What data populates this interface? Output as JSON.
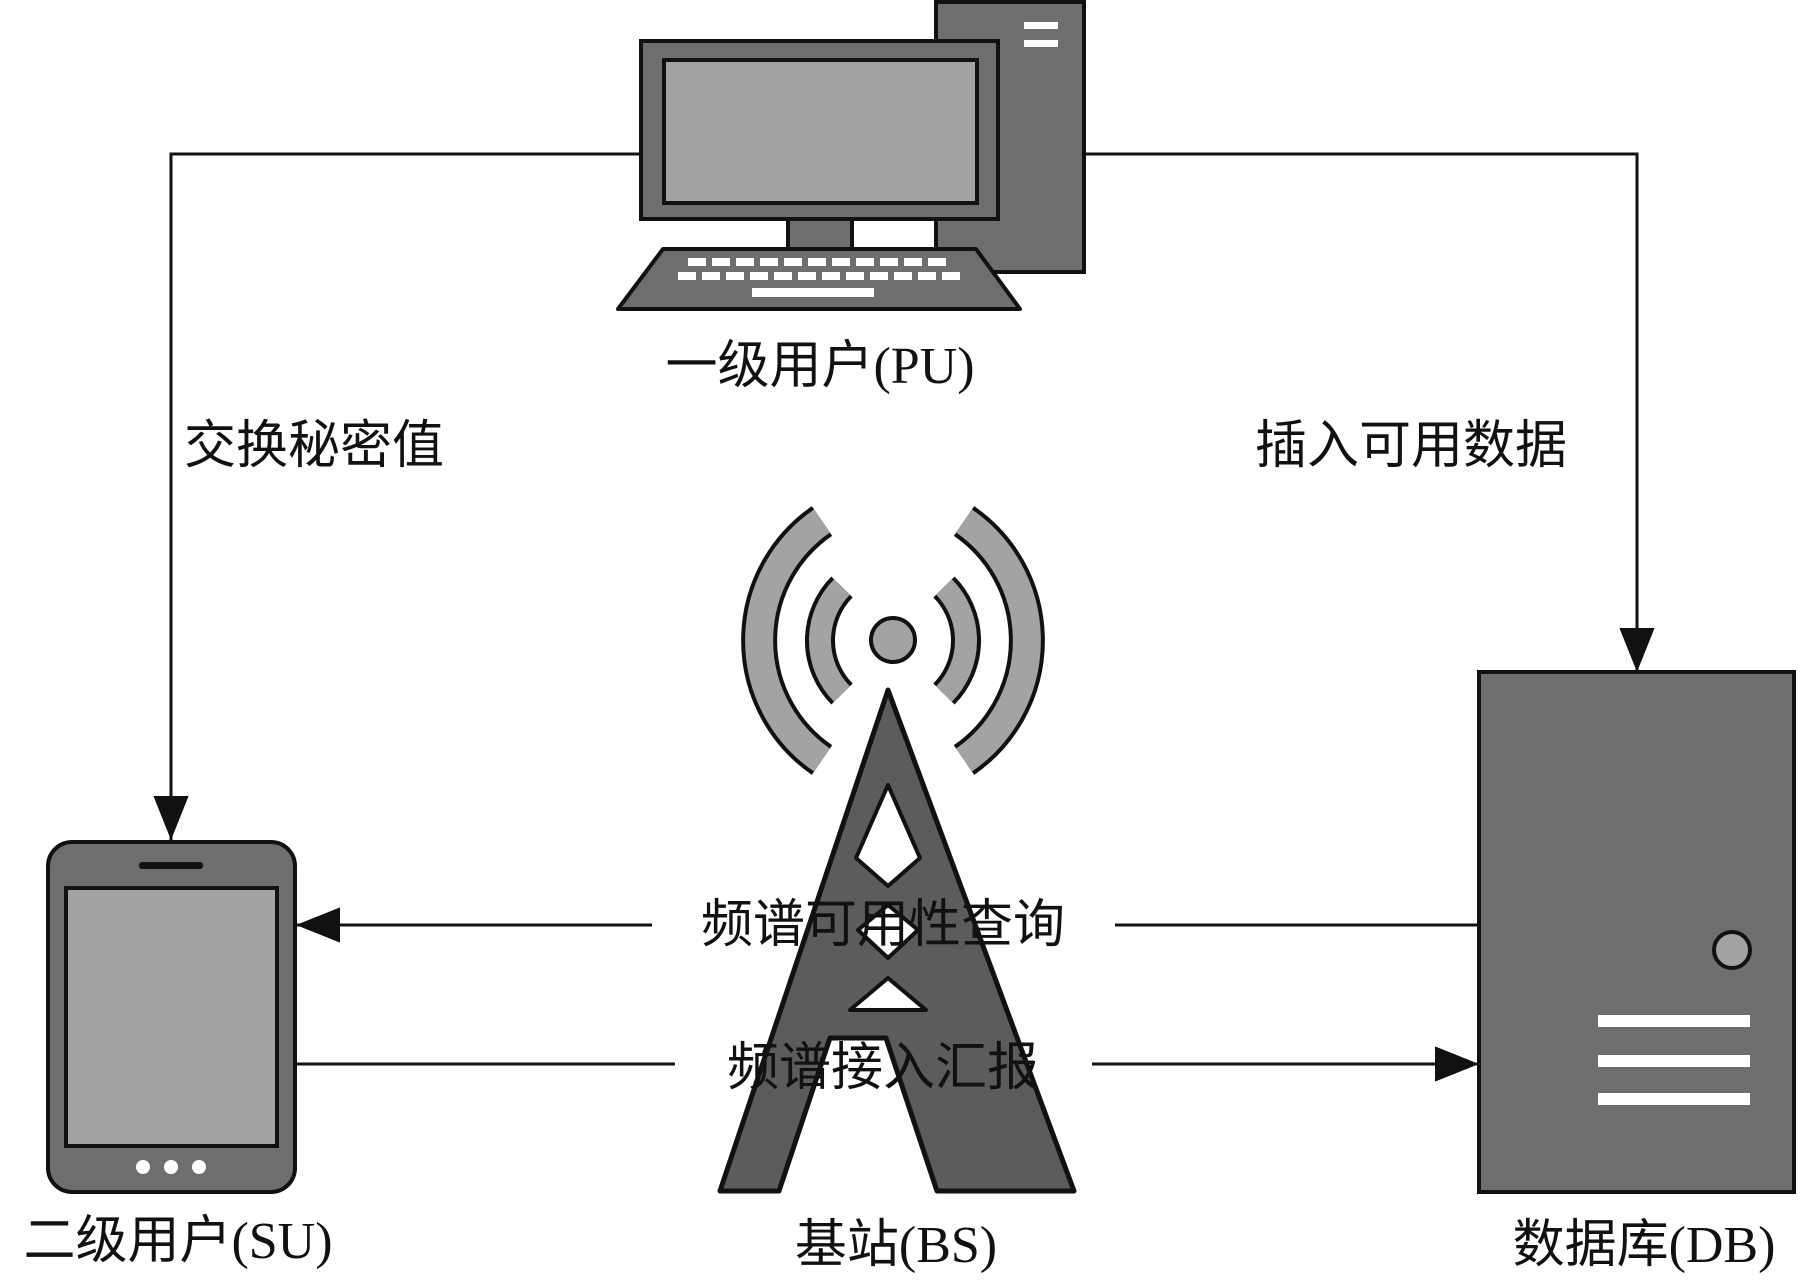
{
  "nodes": {
    "pu": {
      "label": "一级用户(PU)",
      "icon": "desktop-computer-icon"
    },
    "su": {
      "label": "二级用户(SU)",
      "icon": "smartphone-icon"
    },
    "bs": {
      "label": "基站(BS)",
      "icon": "radio-tower-icon"
    },
    "db": {
      "label": "数据库(DB)",
      "icon": "server-icon"
    }
  },
  "edges": {
    "pu_su": {
      "label": "交换秘密值"
    },
    "pu_db": {
      "label": "插入可用数据"
    },
    "db_su": {
      "label": "频谱可用性查询"
    },
    "su_db": {
      "label": "频谱接入汇报"
    }
  },
  "colors": {
    "stroke": "#111111",
    "device_dark": "#6e6e6e",
    "device_light": "#a3a3a3",
    "tower_dark": "#5c5c5c",
    "background": "#ffffff"
  }
}
